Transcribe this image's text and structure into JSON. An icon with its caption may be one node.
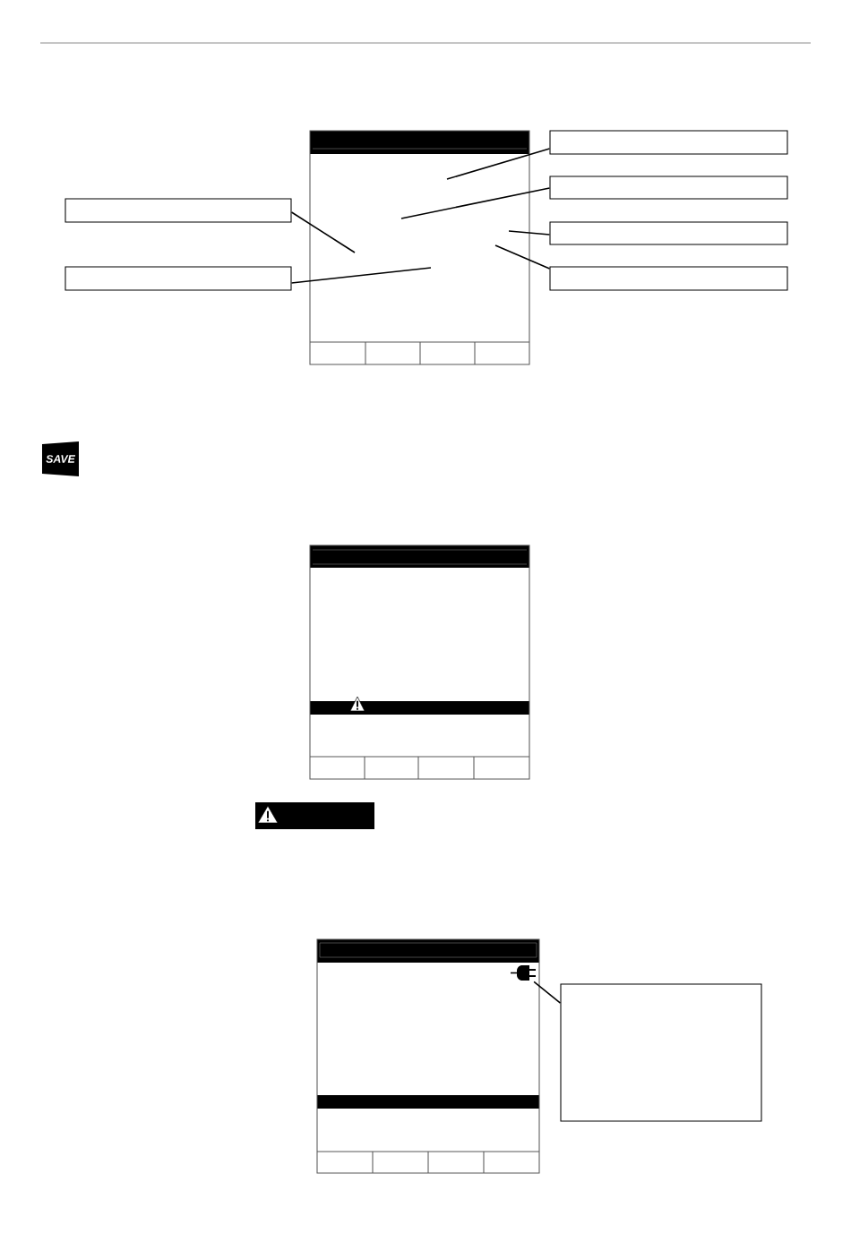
{
  "diagram": {
    "nodes": [
      {
        "text": [],
        "shape": "box"
      },
      {
        "text": [],
        "shape": "box"
      },
      {
        "text": [],
        "shape": "box"
      },
      {
        "text": [],
        "shape": "box"
      },
      {
        "text": [],
        "shape": "box"
      },
      {
        "text": [],
        "shape": "box"
      },
      {
        "text": [],
        "shape": "picture"
      },
      {
        "text": [],
        "shape": "box"
      }
    ],
    "edges": [
      {
        "from": 0,
        "to": null,
        "arrow": "none"
      },
      {
        "from": 1,
        "to": null,
        "arrow": "none"
      },
      {
        "from": 2,
        "to": null,
        "arrow": "none"
      },
      {
        "from": 3,
        "to": null,
        "arrow": "none"
      },
      {
        "from": 4,
        "to": null,
        "arrow": "none"
      },
      {
        "from": 5,
        "to": null,
        "arrow": "none"
      },
      {
        "from": 7,
        "to": 6,
        "arrow": "none"
      }
    ],
    "labels": [
      "SAVE"
    ]
  }
}
